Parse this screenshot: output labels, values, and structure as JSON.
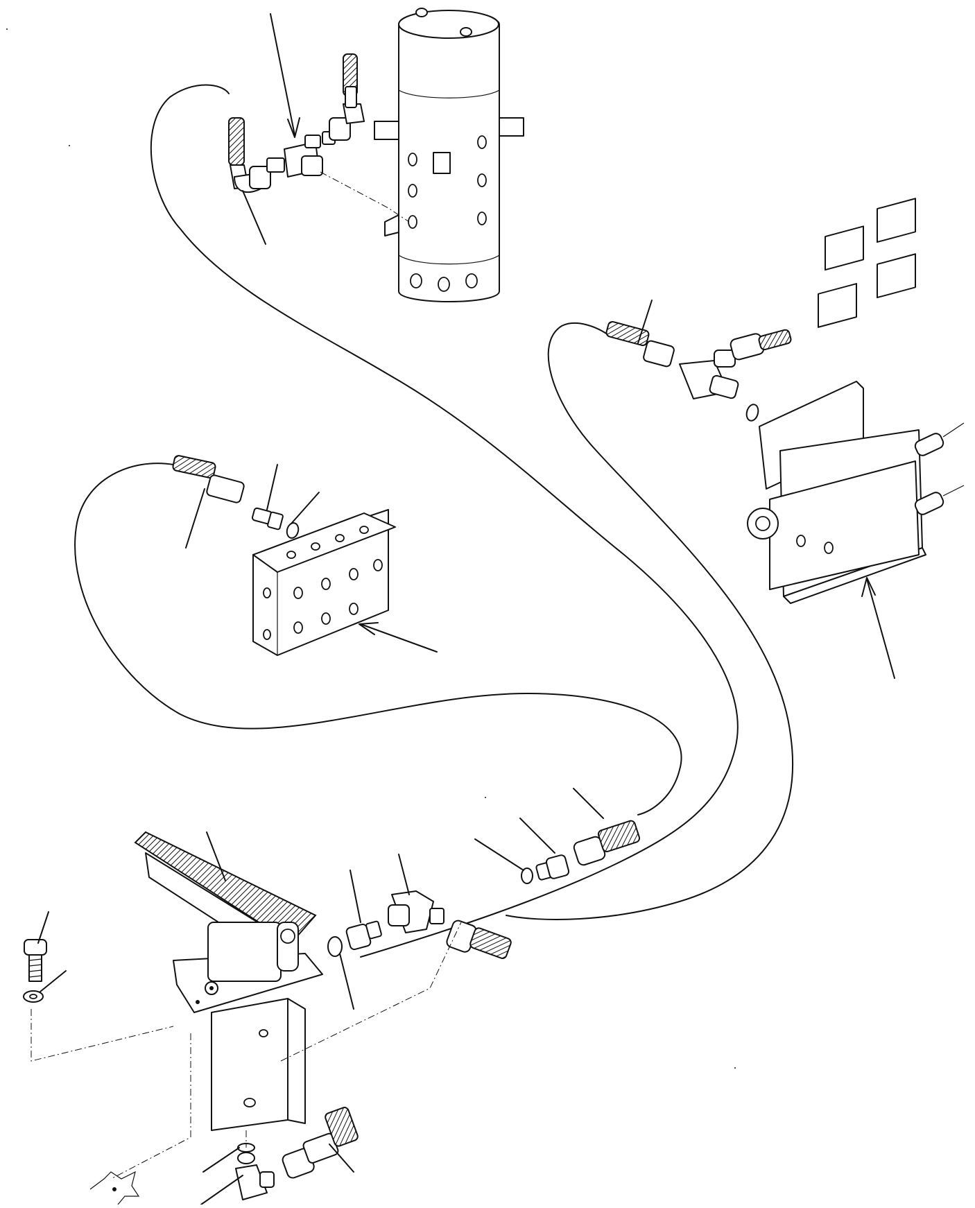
{
  "diagram": {
    "kind": "exploded parts drawing",
    "label_text": [],
    "colors": {
      "line": "#111111",
      "background": "#ffffff",
      "hatch_fill": "#dddddd"
    },
    "components": [
      "swivel-joint",
      "tee-fitting",
      "distribution-block",
      "solenoid-valve-bank",
      "foot-pedal-valve",
      "elbow-fitting",
      "straight-connector",
      "o-ring",
      "hose-end-fitting",
      "hydraulic-hose",
      "cap-screw",
      "washer",
      "leader-line"
    ]
  }
}
